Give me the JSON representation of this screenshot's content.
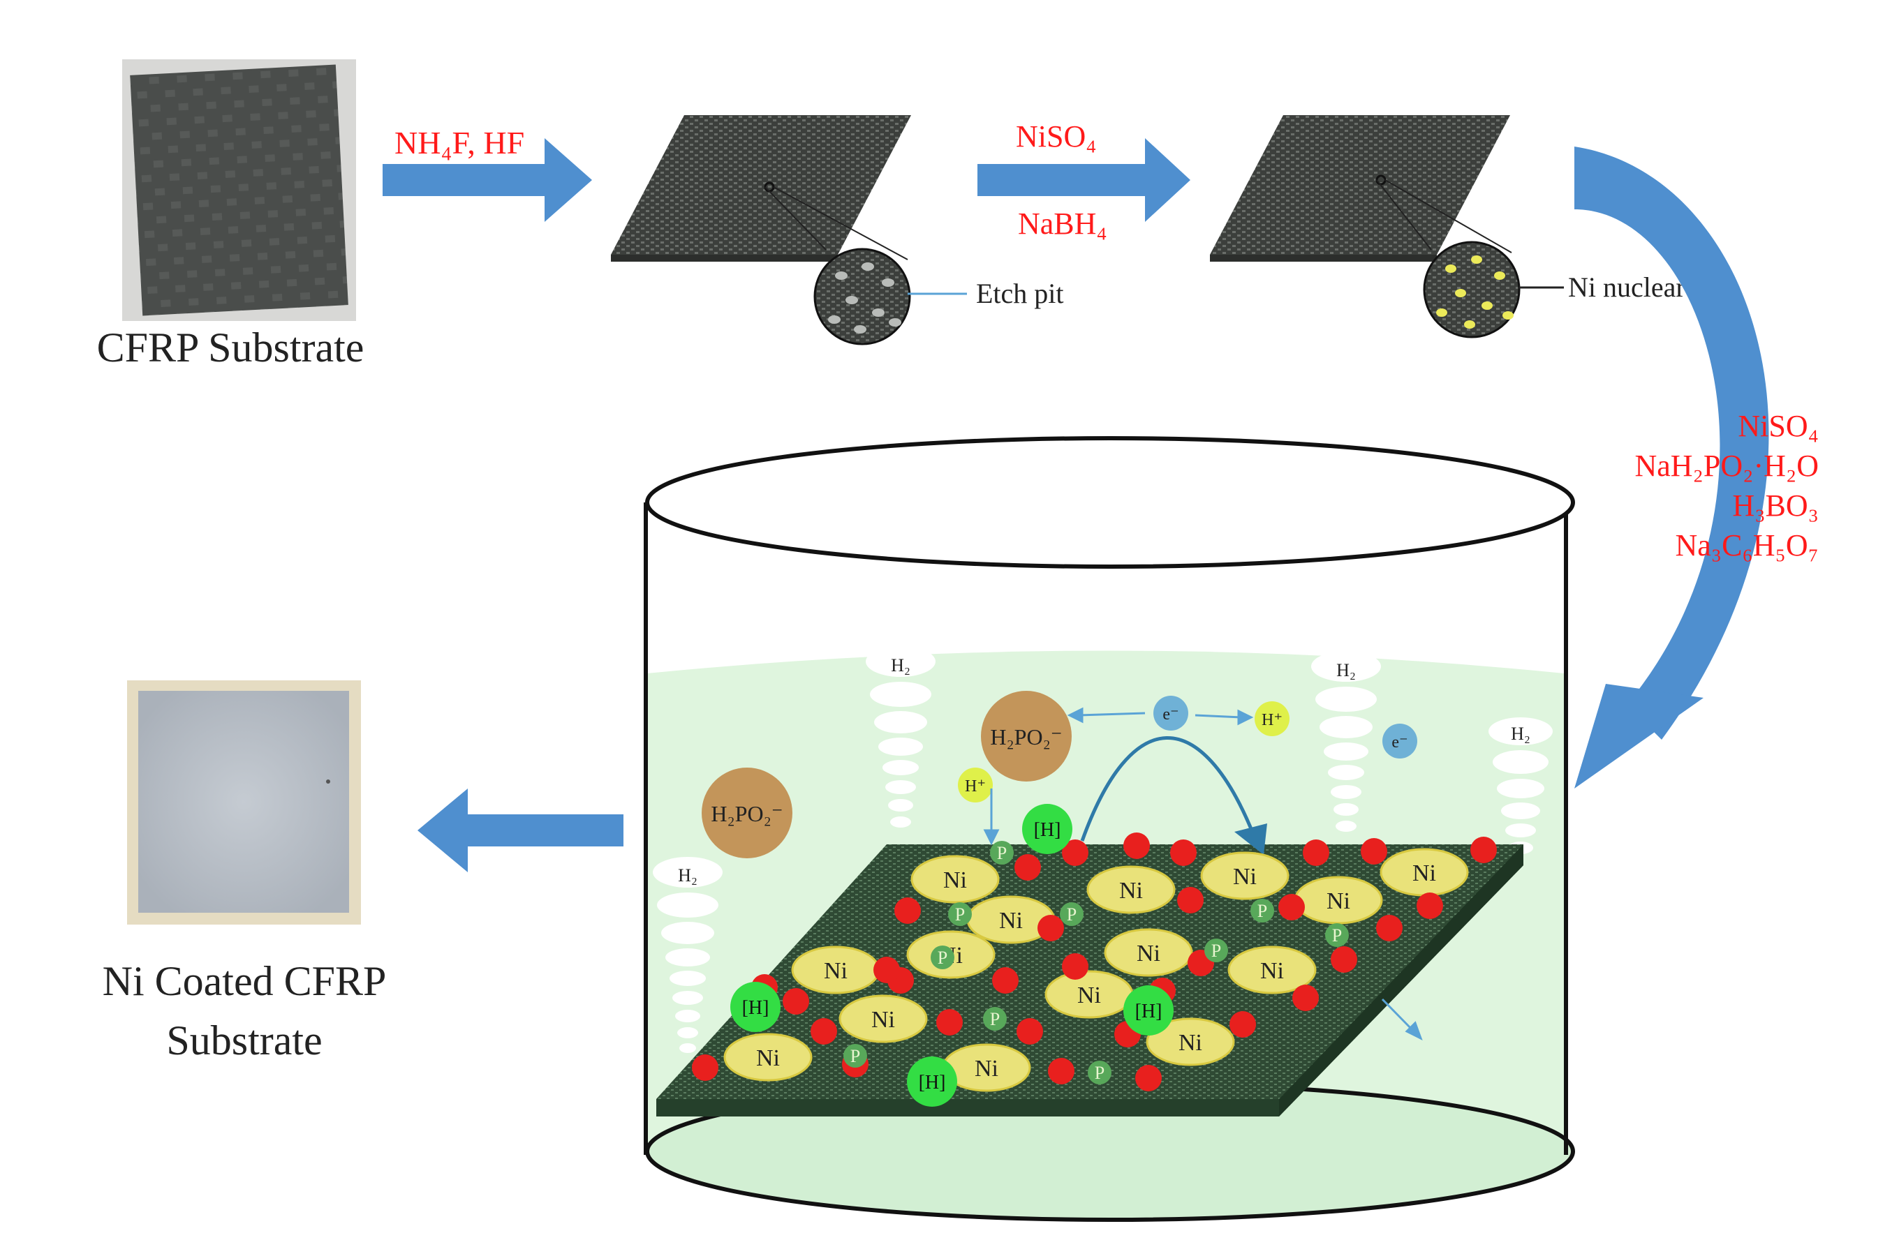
{
  "captions": {
    "substrate": "CFRP Substrate",
    "coated_line1": "Ni Coated CFRP",
    "coated_line2": "Substrate"
  },
  "step1": {
    "reagent": "NH₄F, HF",
    "callout": "Etch pit"
  },
  "step2": {
    "reagent_top": "NiSO₄",
    "reagent_bottom": "NaBH₄",
    "callout": "Ni nuclear"
  },
  "step3": {
    "reagents": [
      "NiSO₄",
      "NaH₂PO₂·H₂O",
      "H₃BO₃",
      "Na₃C₆H₅O₇"
    ]
  },
  "bath_labels": {
    "h2": "H₂",
    "h2po2": "H₂PO₂⁻",
    "electron": "e⁻",
    "proton": "H⁺",
    "atomic_h": "[H]",
    "ni": "Ni",
    "p": "P"
  },
  "colors": {
    "reagent_text": "#ff1a1a",
    "arrow_blue": "#4f8fcf",
    "solution": "#dff5de",
    "ni_particle": "#e9e27a",
    "red_particle": "#e8201e",
    "h_atom": "#33dd44",
    "h2po2_ball": "#c3955a",
    "electron_ball": "#6fb1d6",
    "proton_ball": "#dff04a",
    "cfrp_dark": "#3f4b3f"
  }
}
